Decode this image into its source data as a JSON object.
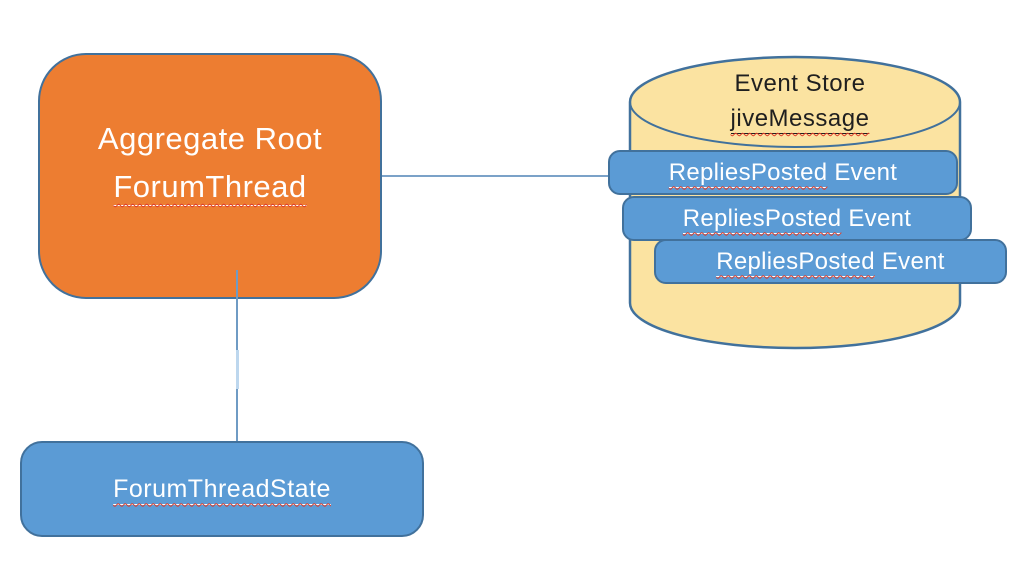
{
  "colors": {
    "orange_fill": "#ED7D31",
    "blue_fill": "#5B9BD5",
    "cylinder_fill": "#FBE3A1",
    "shape_border": "#41719C",
    "connector_line": "#7BA2C8",
    "connector_highlight": "#BDD7EE",
    "dark_text": "#1F1F1F",
    "light_text": "#FFFFFF",
    "spellcheck_squiggle": "#DD3A28"
  },
  "aggregate_root": {
    "line1": "Aggregate Root",
    "line2": "ForumThread"
  },
  "event_store": {
    "title": "Event Store",
    "subtitle": "jiveMessage",
    "events": [
      {
        "name": "RepliesPosted",
        "suffix": " Event"
      },
      {
        "name": "RepliesPosted",
        "suffix": " Event"
      },
      {
        "name": "RepliesPosted",
        "suffix": " Event"
      }
    ]
  },
  "state_box": {
    "label": "ForumThreadState"
  }
}
